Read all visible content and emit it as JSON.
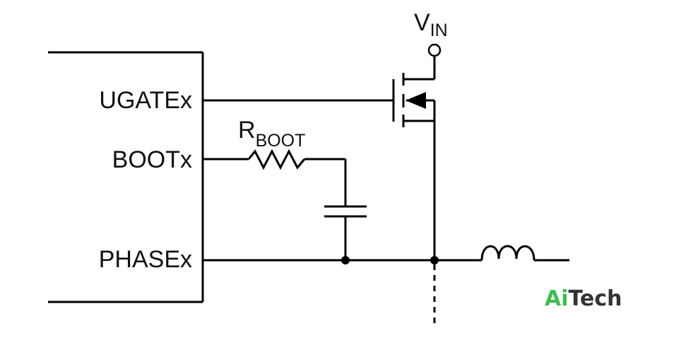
{
  "pins": {
    "ugate": "UGATEx",
    "boot": "BOOTx",
    "phase": "PHASEx"
  },
  "components": {
    "vin_main": "V",
    "vin_sub": "IN",
    "rboot_main": "R",
    "rboot_sub": "BOOT"
  },
  "watermark": {
    "part1": "Ai",
    "part2": "Tech",
    "color1": "#3dbd4f",
    "color2": "#333333"
  }
}
